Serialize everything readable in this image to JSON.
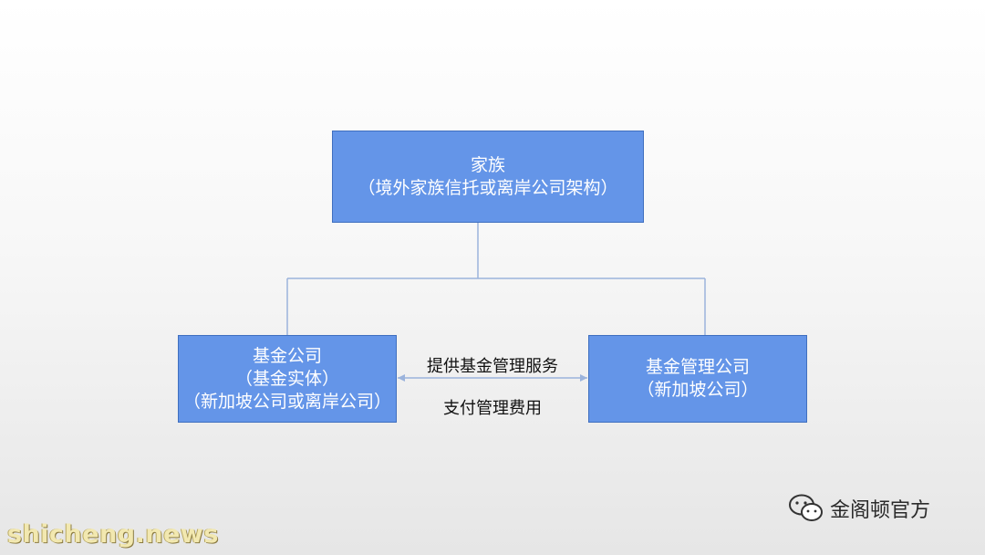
{
  "family": {
    "line1": "家族",
    "line2": "（境外家族信托或离岸公司架构）"
  },
  "fund_company": {
    "line1": "基金公司",
    "line2": "（基金实体）",
    "line3": "（新加坡公司或离岸公司）"
  },
  "management_company": {
    "line1": "基金管理公司",
    "line2": "（新加坡公司）"
  },
  "relations": {
    "provide": "提供基金管理服务",
    "pay": "支付管理费用"
  },
  "watermark": {
    "account": "金阁顿官方",
    "site": "shicheng.news"
  },
  "colors": {
    "box_fill": "#6495e8",
    "box_border": "#3f6fbf",
    "line": "#9bb3dc"
  }
}
